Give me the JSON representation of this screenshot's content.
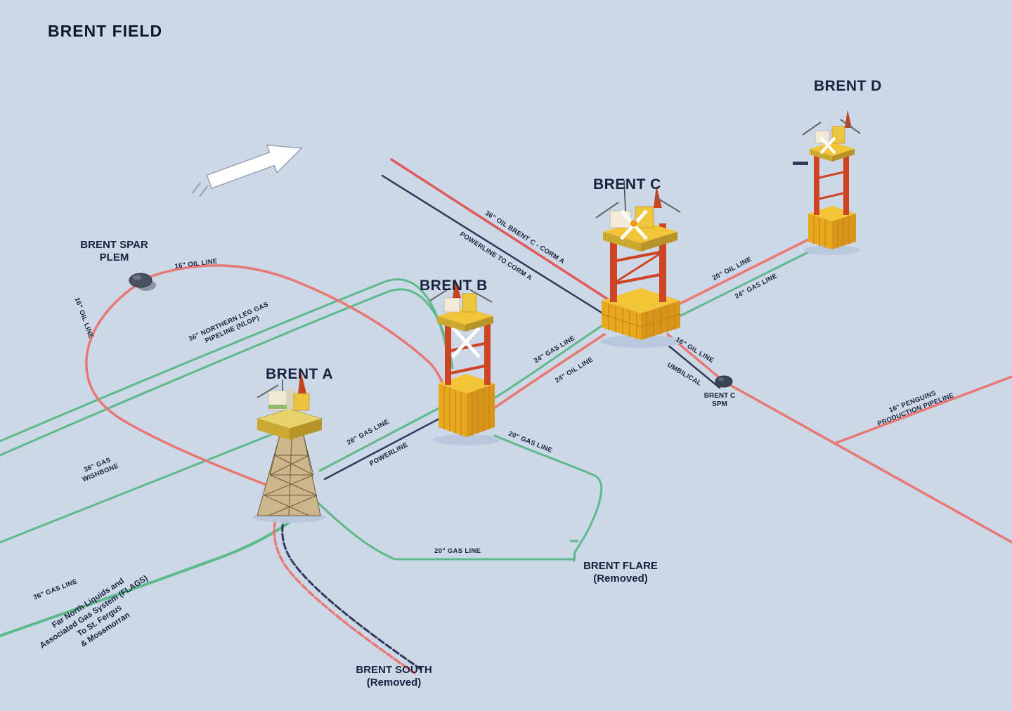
{
  "title": "BRENT FIELD",
  "colors": {
    "background": "#ccd7e8",
    "oil_line": "#e87873",
    "gas_line": "#5eb98b",
    "powerline": "#2e3c5a",
    "platform_yellow": "#f2c437",
    "platform_red": "#ce4523",
    "label_text": "#16233c"
  },
  "platforms": {
    "brent_a": "BRENT A",
    "brent_b": "BRENT B",
    "brent_c": "BRENT C",
    "brent_d": "BRENT D",
    "spar": {
      "line1": "BRENT SPAR",
      "line2": "PLEM"
    },
    "spm": {
      "line1": "BRENT C",
      "line2": "SPM"
    },
    "flare": {
      "line1": "BRENT FLARE",
      "line2": "(Removed)"
    },
    "south": {
      "line1": "BRENT SOUTH",
      "line2": "(Removed)"
    }
  },
  "pipeline_labels": {
    "spar_oil_east": "16\" OIL LINE",
    "spar_oil_west": "16\" OIL LINE",
    "nlgp": {
      "line1": "36\" NORTHERN LEG GAS",
      "line2": "PIPELINE (NLGP)"
    },
    "corm_oil": "36\" OIL BRENT C - CORM A",
    "corm_power": "POWERLINE TO CORM A",
    "bc_gas": "24\" GAS LINE",
    "bc_oil": "24\" OIL LINE",
    "spm_oil": "16\" OIL LINE",
    "spm_umbilical": "UMBILICAL",
    "cd_oil": "20\" OIL LINE",
    "cd_gas": "24\" GAS LINE",
    "ab_gas": "26\" GAS LINE",
    "ab_power": "POWERLINE",
    "flare_gas_diag": "20\" GAS LINE",
    "flare_gas_horiz": "20\" GAS LINE",
    "flags_gas": "36\" GAS LINE",
    "wishbone": {
      "line1": "36\" GAS",
      "line2": "WISHBONE"
    },
    "penguins": {
      "line1": "16\" PENGUINS",
      "line2": "PRODUCTION PIPELINE"
    }
  },
  "flags_note": {
    "line1": "Far North Liquids and",
    "line2": "Associated Gas System (FLAGS)",
    "line3": "To St. Fergus",
    "line4": "& Mossmorran"
  }
}
